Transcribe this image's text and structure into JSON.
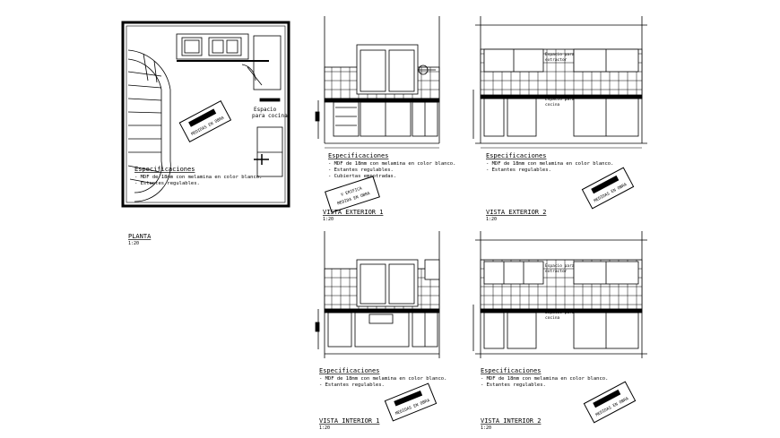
{
  "plan": {
    "title": "PLANTA",
    "scale": "1:20",
    "note": [
      "Espacio",
      "para cocina"
    ],
    "spec_heading": "Especificaciones",
    "spec_items": [
      "- MDF de 18mm con melamina   en color blanco.",
      "- Estantes regulables."
    ],
    "stamp": "MEDIDAS EN OBRA"
  },
  "views": [
    {
      "title": "VISTA EXTERIOR 1",
      "scale": "1:20",
      "spec_heading": "Especificaciones",
      "spec_items": [
        "- MDF de 18mm con melamina   en color blanco.",
        "- Estantes regulables.",
        "- Cubiertas empotradas."
      ],
      "stamp": [
        "V ERIFICA",
        "MEDIDA EN OBRA"
      ]
    },
    {
      "title": "VISTA EXTERIOR 2",
      "scale": "1:20",
      "spec_heading": "Especificaciones",
      "spec_items": [
        "- MDF de 18mm con melamina   en color blanco.",
        "- Estantes regulables."
      ],
      "upper_note": [
        "Espacio para",
        "extractor"
      ],
      "lower_note": [
        "Espacio para",
        "cocina"
      ],
      "stamp": "MEDIDAS EN OBRA"
    },
    {
      "title": "VISTA INTERIOR 1",
      "scale": "1:20",
      "spec_heading": "Especificaciones",
      "spec_items": [
        "- MDF de 18mm con melamina   en color blanco.",
        "- Estantes regulables."
      ],
      "stamp": "MEDIDAS EN OBRA"
    },
    {
      "title": "VISTA INTERIOR 2",
      "scale": "1:20",
      "spec_heading": "Especificaciones",
      "spec_items": [
        "- MDF de 18mm con melamina   en color blanco.",
        "- Estantes regulables."
      ],
      "upper_note": [
        "Espacio para",
        "extractor"
      ],
      "lower_note": [
        "Espacio para",
        "cocina"
      ],
      "stamp": "MEDIDAS EN OBRA"
    }
  ]
}
